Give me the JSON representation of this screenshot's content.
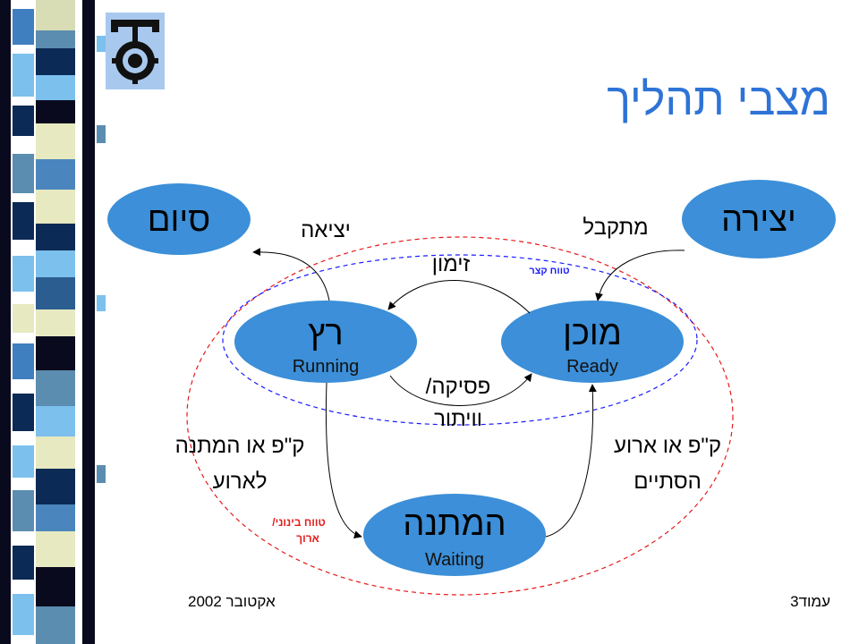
{
  "title": "מצבי תהליך",
  "colors": {
    "title": "#2e73d6",
    "state_fill": "#3c8fd8",
    "short_range": "#1a1aff",
    "medium_range": "#e61a1a"
  },
  "states": {
    "creation": {
      "main": "יצירה",
      "sub": ""
    },
    "end": {
      "main": "סיום",
      "sub": ""
    },
    "running": {
      "main": "רץ",
      "sub": "Running"
    },
    "ready": {
      "main": "מוכן",
      "sub": "Ready"
    },
    "waiting": {
      "main": "המתנה",
      "sub": "Waiting"
    }
  },
  "transitions": {
    "accepted": "מתקבל",
    "exit": "יציאה",
    "schedule": "זימון",
    "preempt_line1": "פסיקה/",
    "preempt_line2": "וויתור",
    "io_wait_line1": "ק\"פ או המתנה",
    "io_wait_line2": "לארוע",
    "io_done_line1": "ק\"פ או ארוע",
    "io_done_line2": "הסתיים"
  },
  "ranges": {
    "short": "טווח קצר",
    "medium_line1": "טווח בינוני/",
    "medium_line2": "ארוך"
  },
  "footer": {
    "date": "אקטובר 2002",
    "page": "עמוד3"
  },
  "logo": {
    "icon": "technion-logo"
  }
}
